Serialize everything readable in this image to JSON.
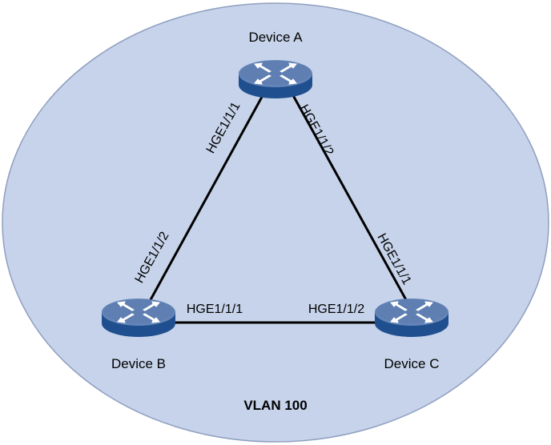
{
  "colors": {
    "vlan_fill": "#c6d3ea",
    "vlan_stroke": "#8f9fbf",
    "link": "#000000",
    "device_top": "#5f7fb3",
    "device_side": "#1f4f8f",
    "device_highlight": "#ffffff"
  },
  "vlan": {
    "label": "VLAN 100"
  },
  "devices": {
    "a": {
      "label": "Device A",
      "icon": "router-icon"
    },
    "b": {
      "label": "Device B",
      "icon": "router-icon"
    },
    "c": {
      "label": "Device C",
      "icon": "router-icon"
    }
  },
  "links": {
    "a_b": {
      "port_a": "HGE1/1/1",
      "port_b": "HGE1/1/2"
    },
    "a_c": {
      "port_a": "HGE1/1/2",
      "port_c": "HGE1/1/1"
    },
    "b_c": {
      "port_b": "HGE1/1/1",
      "port_c": "HGE1/1/2"
    }
  }
}
